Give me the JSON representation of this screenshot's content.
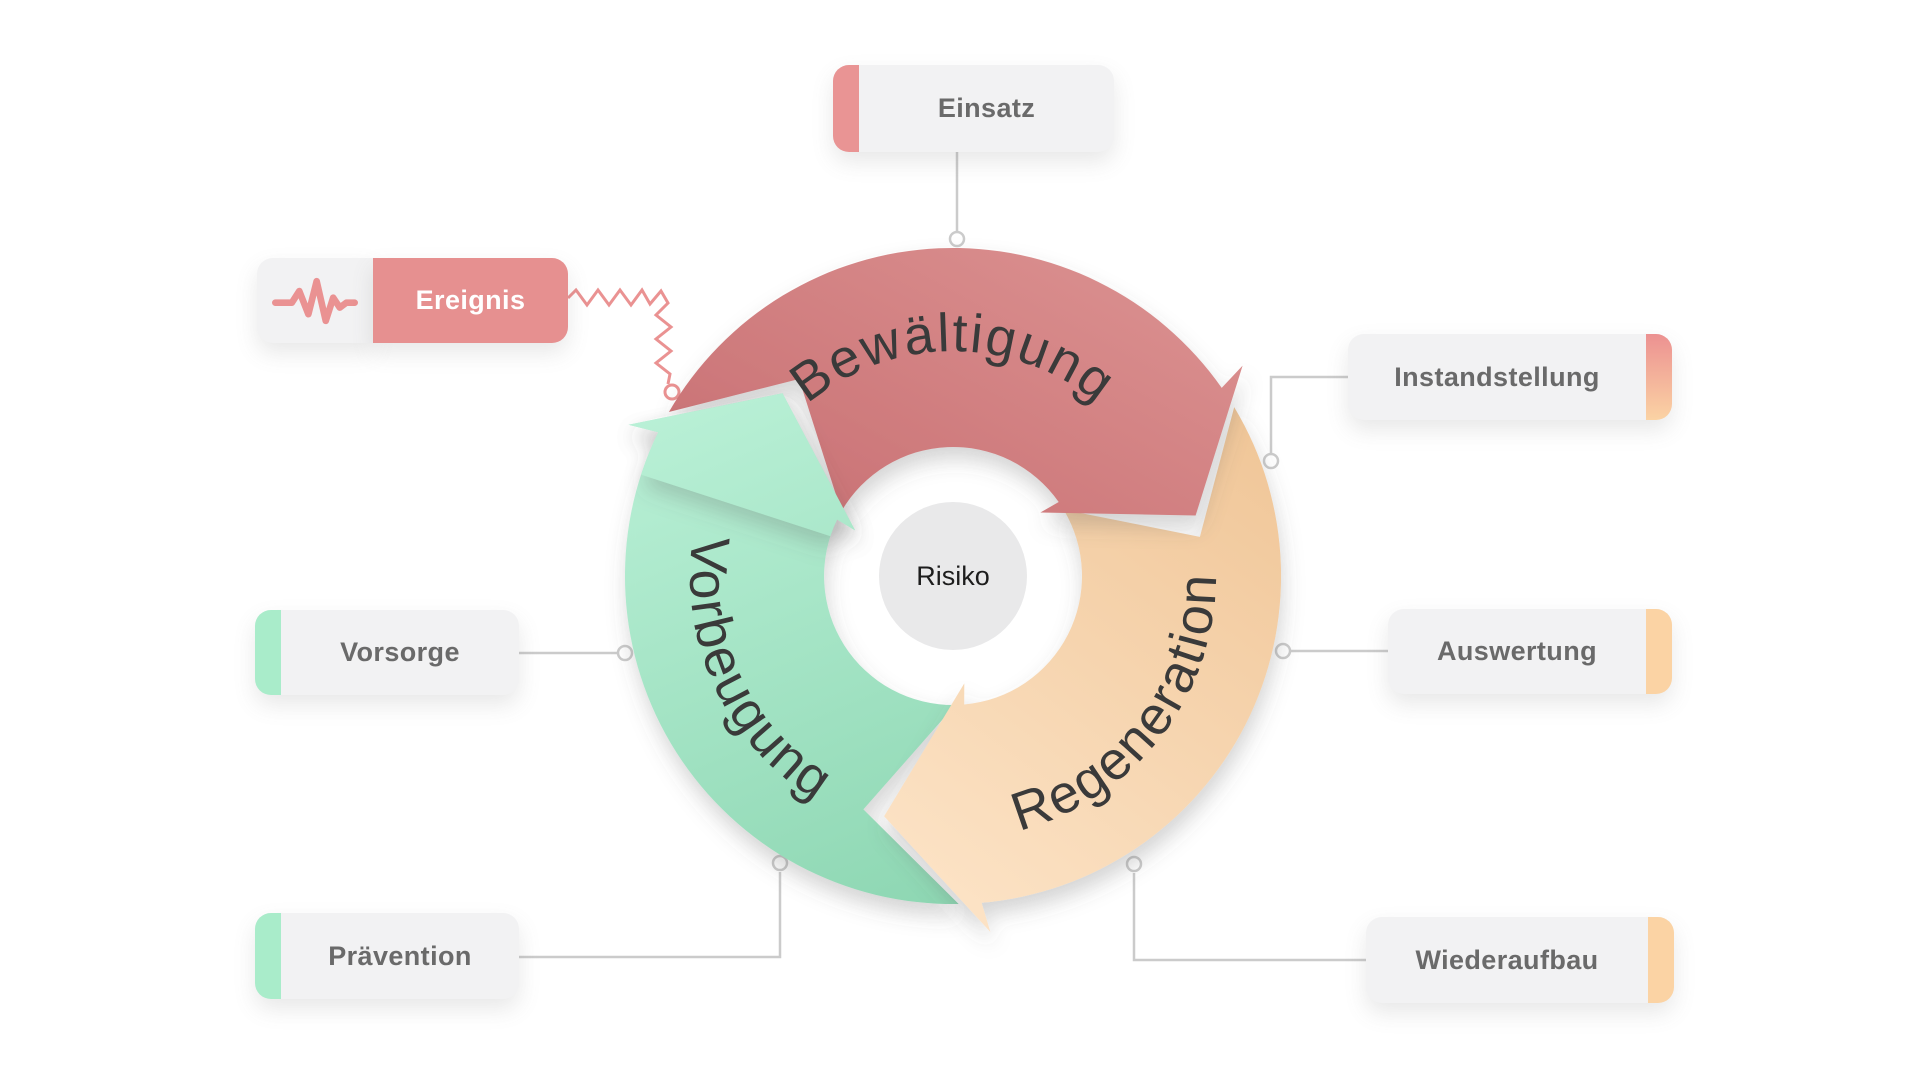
{
  "page": {
    "background": "#ffffff"
  },
  "center": {
    "label": "Risiko",
    "fill": "#e9e9ea",
    "text_color": "#1d1d1d"
  },
  "cycle": {
    "text_color": "#3a3a3a",
    "segments": [
      {
        "id": "bewaeltigung",
        "label": "Bewältigung",
        "color_start": "#d98d8d",
        "color_end": "#c97174"
      },
      {
        "id": "regeneration",
        "label": "Regeneration",
        "color_start": "#f0c698",
        "color_end": "#fde5c9"
      },
      {
        "id": "vorbeugung",
        "label": "Vorbeugung",
        "color_start": "#b9f0d6",
        "color_end": "#8ed7b3"
      }
    ]
  },
  "labels": {
    "einsatz": {
      "text": "Einsatz",
      "accent": "#e99494"
    },
    "ereignis": {
      "text": "Ereignis",
      "color": "#e69090",
      "icon": "seismic-wave-icon",
      "icon_color": "#ec9191"
    },
    "instandstellung": {
      "text": "Instandstellung",
      "accent": [
        "#ec9191",
        "#fbd3a4"
      ]
    },
    "auswertung": {
      "text": "Auswertung",
      "accent": "#fbd3a4"
    },
    "wiederaufbau": {
      "text": "Wiederaufbau",
      "accent": "#fbd3a4"
    },
    "vorsorge": {
      "text": "Vorsorge",
      "accent": "#a9ecca"
    },
    "praevention": {
      "text": "Prävention",
      "accent": "#a9ecca"
    }
  },
  "label_style": {
    "bg": "#f2f2f3",
    "text_color": "#6a6a6a"
  },
  "connectors": {
    "line_color": "#cbcbcb",
    "zigzag_color": "#ea9292"
  }
}
